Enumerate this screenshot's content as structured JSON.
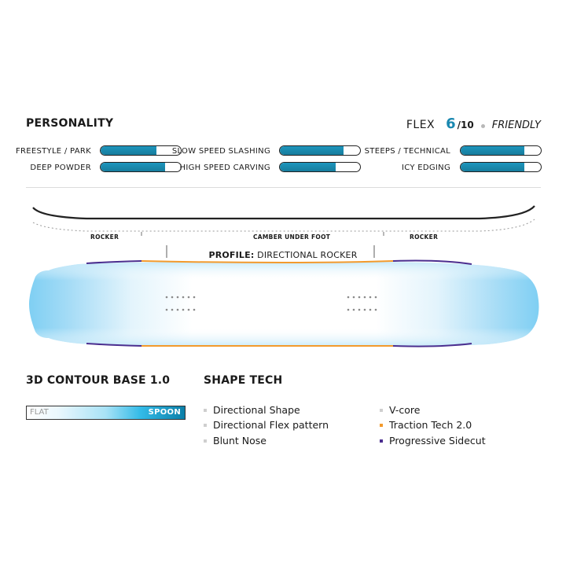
{
  "personality": {
    "title": "PERSONALITY",
    "flex": {
      "label": "FLEX",
      "value": "6",
      "max": "/10",
      "descriptor": "FRIENDLY"
    },
    "ratings": [
      {
        "label": "FREESTYLE / PARK",
        "level": 0.7
      },
      {
        "label": "SLOW SPEED SLASHING",
        "level": 0.79
      },
      {
        "label": "STEEPS / TECHNICAL",
        "level": 0.79
      },
      {
        "label": "DEEP POWDER",
        "level": 0.8
      },
      {
        "label": "HIGH SPEED CARVING",
        "level": 0.7
      },
      {
        "label": "ICY EDGING",
        "level": 0.79
      }
    ],
    "bar_color": "#1a88b0"
  },
  "profile": {
    "zones": [
      "ROCKER",
      "CAMBER UNDER FOOT",
      "ROCKER"
    ],
    "label_key": "PROFILE:",
    "label_value": "DIRECTIONAL ROCKER"
  },
  "contour": {
    "title": "3D CONTOUR BASE 1.0",
    "left_label": "FLAT",
    "right_label": "SPOON"
  },
  "shape_tech": {
    "title": "SHAPE TECH",
    "items": [
      {
        "label": "Directional Shape",
        "color": "#cfcfcf"
      },
      {
        "label": "Directional Flex pattern",
        "color": "#cfcfcf"
      },
      {
        "label": "Blunt Nose",
        "color": "#cfcfcf"
      },
      {
        "label": "V-core",
        "color": "#cfcfcf"
      },
      {
        "label": "Traction Tech 2.0",
        "color": "#f39a2c"
      },
      {
        "label": "Progressive Sidecut",
        "color": "#4b2e8f"
      }
    ]
  }
}
